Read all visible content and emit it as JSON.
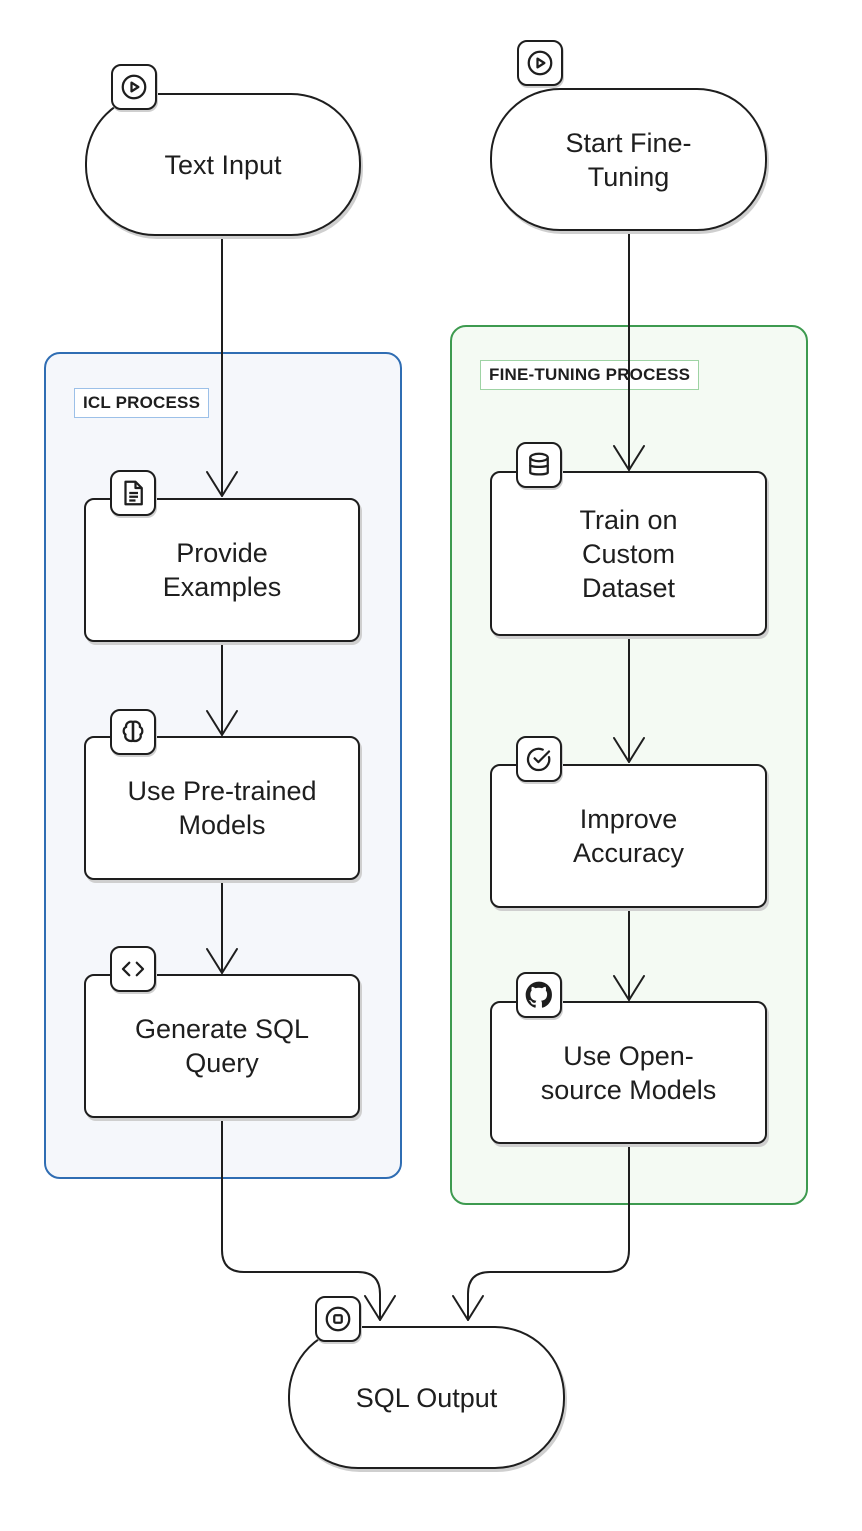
{
  "groups": {
    "icl": {
      "label": "ICL PROCESS",
      "border_color": "#2f6db3"
    },
    "fine_tuning": {
      "label": "FINE-TUNING PROCESS",
      "border_color": "#3d9a4f"
    }
  },
  "nodes": {
    "text_input": {
      "label": "Text Input",
      "icon": "play-icon"
    },
    "start_fine_tuning": {
      "label": "Start Fine-\nTuning",
      "icon": "play-icon"
    },
    "provide_examples": {
      "label": "Provide\nExamples",
      "icon": "document-icon"
    },
    "use_pretrained": {
      "label": "Use Pre-trained\nModels",
      "icon": "brain-icon"
    },
    "generate_sql": {
      "label": "Generate SQL\nQuery",
      "icon": "code-icon"
    },
    "train_dataset": {
      "label": "Train on\nCustom\nDataset",
      "icon": "database-icon"
    },
    "improve_accuracy": {
      "label": "Improve\nAccuracy",
      "icon": "check-circle-icon"
    },
    "open_source": {
      "label": "Use Open-\nsource Models",
      "icon": "github-icon"
    },
    "sql_output": {
      "label": "SQL Output",
      "icon": "stop-icon"
    }
  }
}
